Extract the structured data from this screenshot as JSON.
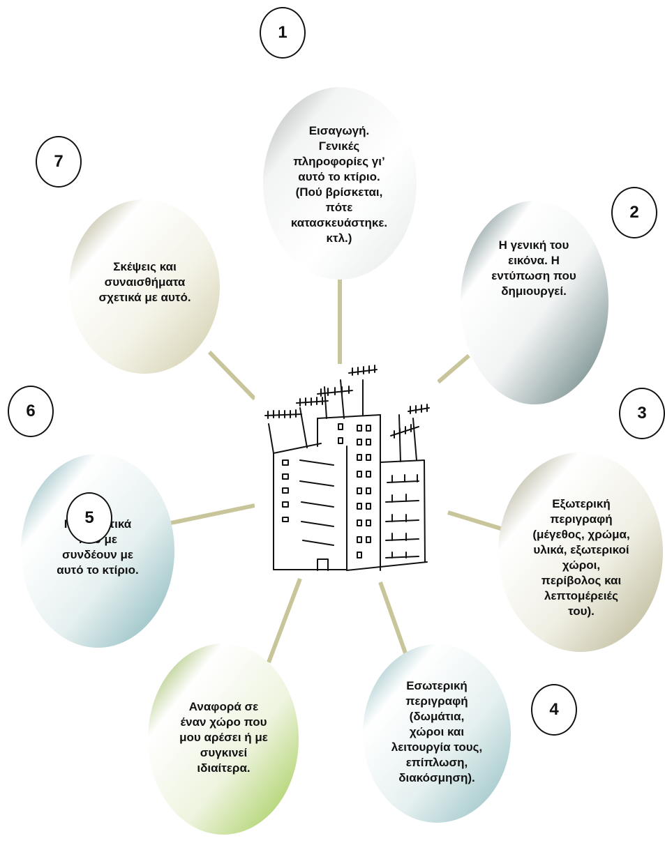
{
  "colors": {
    "connector": "#c9c59a",
    "topic1": "#9aa0a0",
    "topic2": "#3f6062",
    "topic3": "#8f8b68",
    "topic4": "#6ea7ad",
    "topic5": "#8cbd3a",
    "topic6": "#6ea7ad",
    "topic7": "#a8a37a"
  },
  "center": {
    "icon": "apartment-building-sketch"
  },
  "topics": [
    {
      "number": "1",
      "lines": [
        "Εισαγωγή.",
        "Γενικές",
        "πληροφορίες γι’",
        "αυτό το κτίριο.",
        "(Πού βρίσκεται,",
        "πότε",
        "κατασκευάστηκε.",
        "κτλ.)"
      ]
    },
    {
      "number": "2",
      "lines": [
        "Η γενική του",
        "εικόνα. Η",
        "εντύπωση που",
        "δημιουργεί."
      ]
    },
    {
      "number": "3",
      "lines": [
        "Εξωτερική",
        "περιγραφή",
        "(μέγεθος, χρώμα,",
        "υλικά, εξωτερικοί",
        "χώροι,",
        "περίβολος και",
        "λεπτομέρειές",
        "του)."
      ]
    },
    {
      "number": "4",
      "lines": [
        "Εσωτερική",
        "περιγραφή",
        "(δωμάτια,",
        "χώροι και",
        "λειτουργία τους,",
        "επίπλωση,",
        "διακόσμηση)."
      ]
    },
    {
      "number": "5",
      "lines": [
        "Αναφορά σε",
        "έναν χώρο που",
        "μου αρέσει ή με",
        "συγκινεί",
        "ιδιαίτερα."
      ]
    },
    {
      "number": "6",
      "lines": [
        "Περιστατικά",
        "που με",
        "συνδέουν με",
        "αυτό το κτίριο."
      ]
    },
    {
      "number": "7",
      "lines": [
        "Σκέψεις και",
        "συναισθήματα",
        "σχετικά με αυτό."
      ]
    }
  ]
}
